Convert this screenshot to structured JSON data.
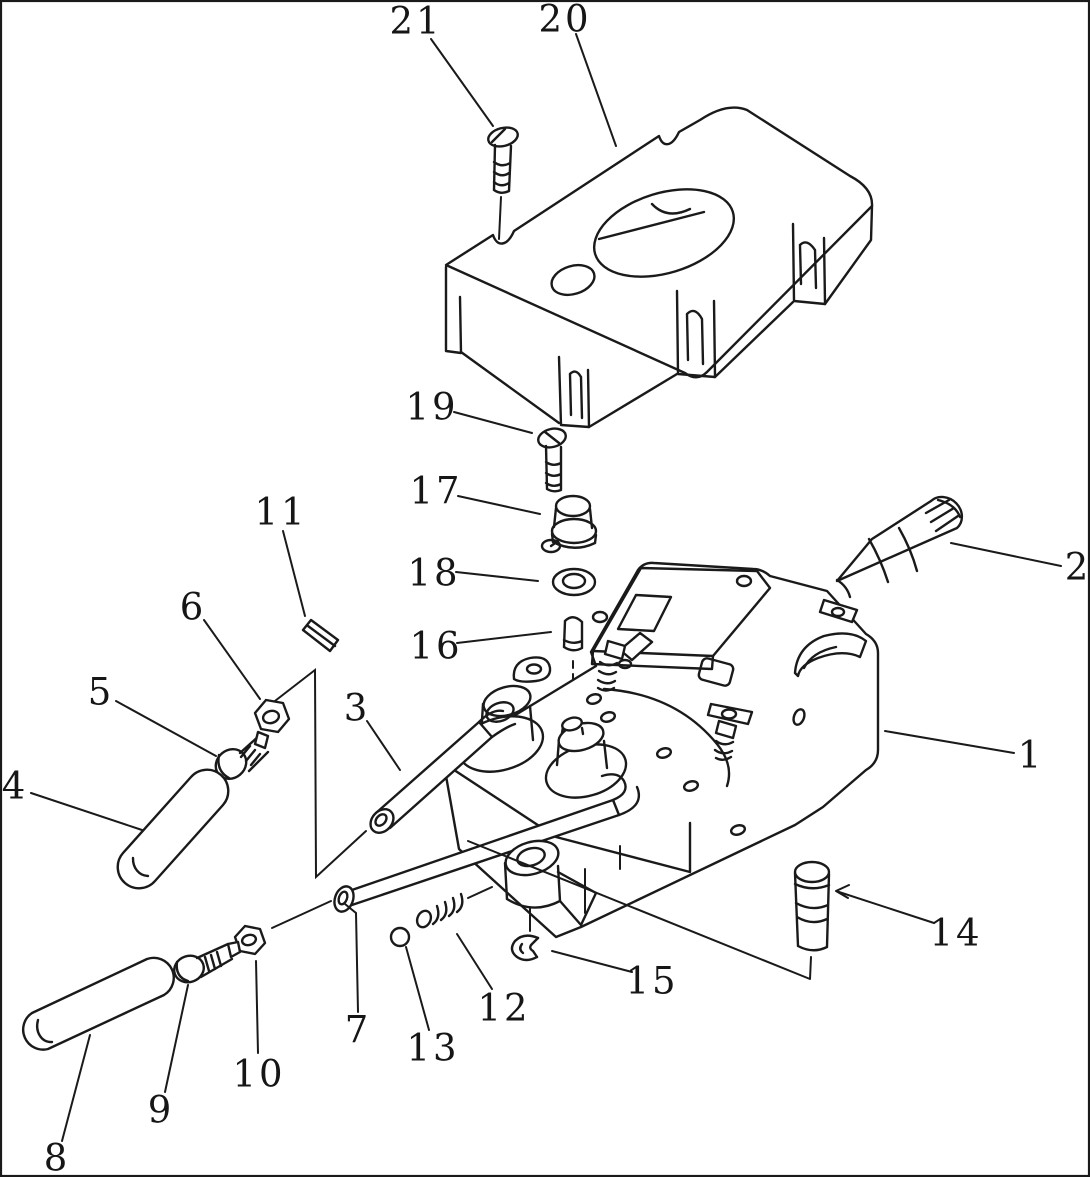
{
  "figure": {
    "kind": "exploded-parts-diagram",
    "background": "#ffffff",
    "line_color": "#1a1a1a",
    "parts": [
      {
        "num": "1",
        "name": "control-body-assembly"
      },
      {
        "num": "2",
        "name": "handle-grip"
      },
      {
        "num": "3",
        "name": "upper-lever"
      },
      {
        "num": "4",
        "name": "lever-grip-upper"
      },
      {
        "num": "5",
        "name": "bolt-upper"
      },
      {
        "num": "6",
        "name": "nut-upper"
      },
      {
        "num": "7",
        "name": "lower-lever"
      },
      {
        "num": "8",
        "name": "lever-grip-lower"
      },
      {
        "num": "9",
        "name": "bolt-lower"
      },
      {
        "num": "10",
        "name": "nut-lower"
      },
      {
        "num": "11",
        "name": "roll-pin"
      },
      {
        "num": "12",
        "name": "spring"
      },
      {
        "num": "13",
        "name": "ball"
      },
      {
        "num": "14",
        "name": "plug"
      },
      {
        "num": "15",
        "name": "snap-ring"
      },
      {
        "num": "16",
        "name": "pin"
      },
      {
        "num": "17",
        "name": "cap"
      },
      {
        "num": "18",
        "name": "washer"
      },
      {
        "num": "19",
        "name": "screw-inner"
      },
      {
        "num": "20",
        "name": "top-cover"
      },
      {
        "num": "21",
        "name": "cover-screw"
      }
    ]
  }
}
